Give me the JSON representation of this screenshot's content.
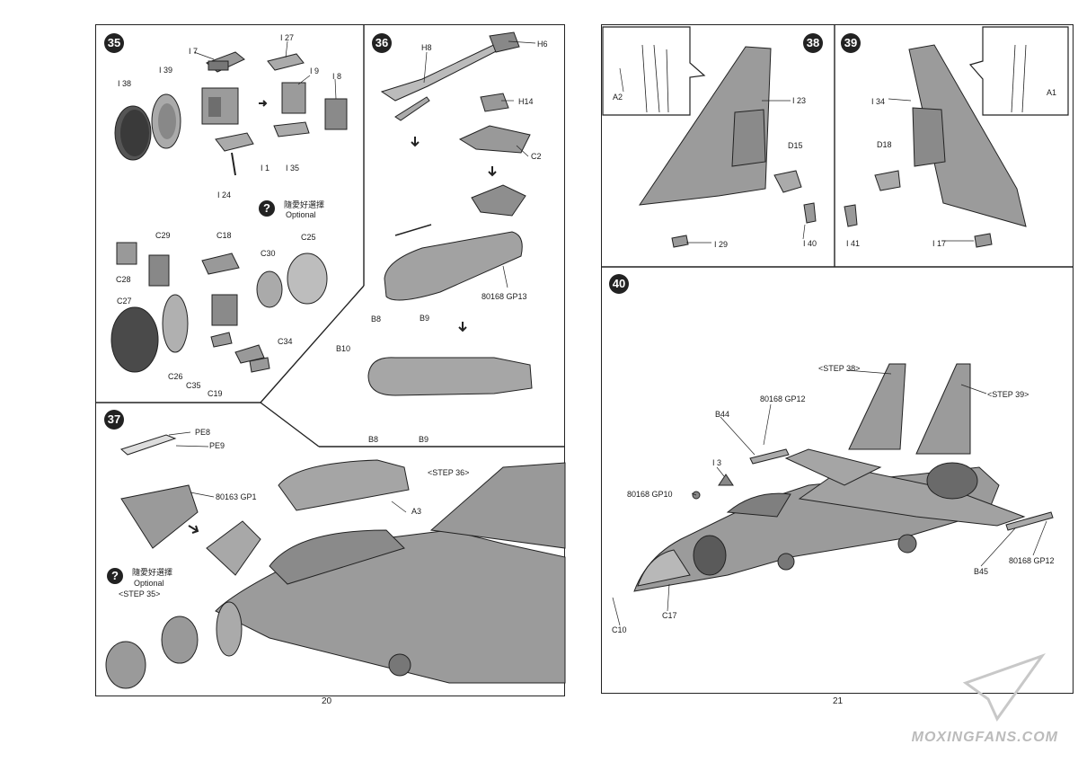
{
  "left_page": {
    "page_number": "20",
    "steps": {
      "s35": {
        "badge": "35",
        "labels": {
          "i7": "I 7",
          "i27": "I 27",
          "i39": "I 39",
          "i9": "I 9",
          "i8": "I 8",
          "i38": "I 38",
          "i1": "I 1",
          "i35": "I 35",
          "i24": "I 24",
          "c29": "C29",
          "c18": "C18",
          "c25": "C25",
          "c28": "C28",
          "c30": "C30",
          "c27": "C27",
          "c34": "C34",
          "c26": "C26",
          "c35": "C35",
          "c19": "C19"
        },
        "optional_cn": "隨愛好選擇",
        "optional_en": "Optional"
      },
      "s36": {
        "badge": "36",
        "labels": {
          "h8": "H8",
          "h6": "H6",
          "h14": "H14",
          "c2": "C2",
          "gp13": "80168 GP13",
          "b8a": "B8",
          "b9a": "B9",
          "b10": "B10",
          "b8b": "B8",
          "b9b": "B9"
        }
      },
      "s37": {
        "badge": "37",
        "labels": {
          "pe8": "PE8",
          "pe9": "PE9",
          "gp1": "80163 GP1",
          "step36": "<STEP 36>",
          "a3": "A3",
          "step35": "<STEP 35>"
        },
        "optional_cn": "隨愛好選擇",
        "optional_en": "Optional"
      }
    }
  },
  "right_page": {
    "page_number": "21",
    "steps": {
      "s38": {
        "badge": "38",
        "labels": {
          "a2": "A2",
          "i23": "I 23",
          "d15": "D15",
          "i29": "I 29",
          "i40": "I 40"
        }
      },
      "s39": {
        "badge": "39",
        "labels": {
          "a1": "A1",
          "i34": "I 34",
          "d18": "D18",
          "i41": "I 41",
          "i17": "I 17"
        }
      },
      "s40": {
        "badge": "40",
        "labels": {
          "step38": "<STEP 38>",
          "step39": "<STEP 39>",
          "gp12a": "80168 GP12",
          "b44": "B44",
          "i3": "I 3",
          "gp10": "80168 GP10",
          "b45": "B45",
          "gp12b": "80168 GP12",
          "c10": "C10",
          "c17": "C17"
        }
      }
    }
  },
  "colors": {
    "ink": "#1a1a1a",
    "part_fill": "#9b9b9b",
    "part_dark": "#5e5e5e",
    "part_light": "#c4c4c4",
    "paper": "#ffffff"
  },
  "watermark": "MOXINGFANS.COM"
}
